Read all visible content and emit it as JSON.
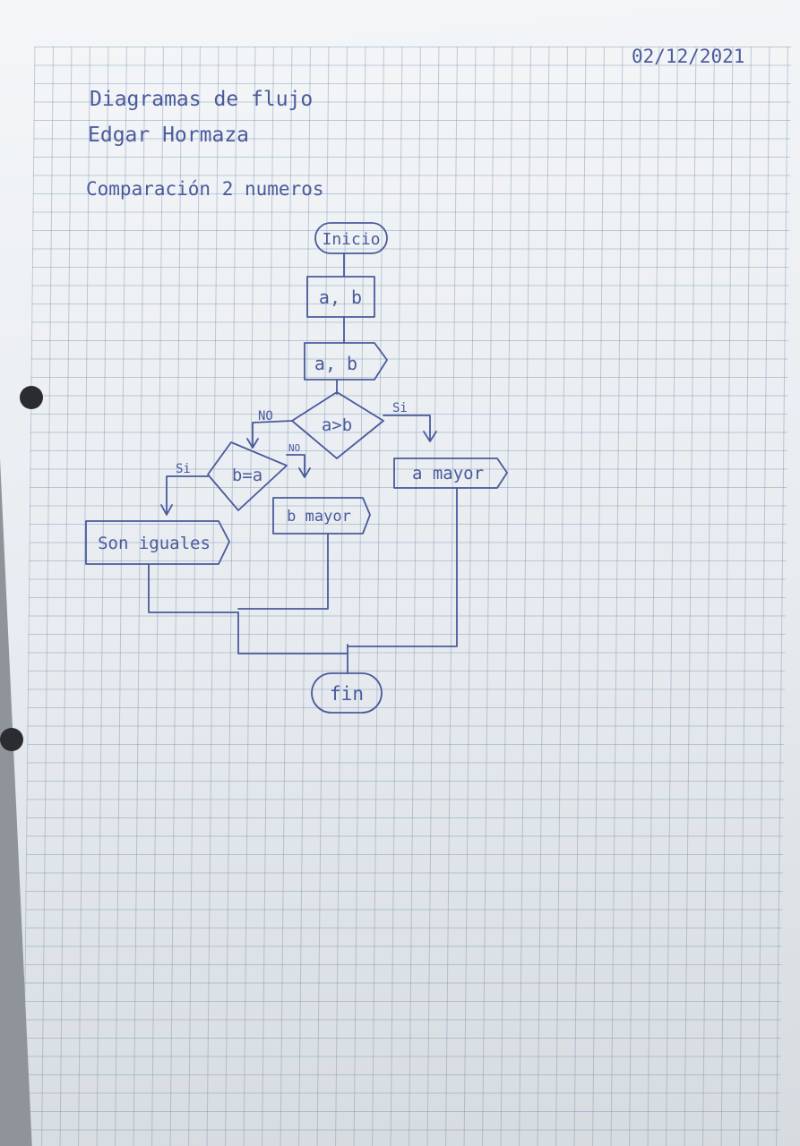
{
  "header": {
    "date": "02/12/2021",
    "title": "Diagramas de flujo",
    "author": "Edgar Hormaza",
    "subtitle": "Comparación 2 numeros"
  },
  "flowchart": {
    "start": "Inicio",
    "declare": "a, b",
    "read": "a, b",
    "decision_1": "a>b",
    "decision_1_yes": "Si",
    "decision_1_no": "NO",
    "decision_2": "b=a",
    "decision_2_yes": "Si",
    "decision_2_no": "NO",
    "out_a": "a mayor",
    "out_b": "b mayor",
    "out_equal": "Son iguales",
    "end": "fin"
  },
  "colors": {
    "ink": "#4a5a9c",
    "paper": "#eef1f4",
    "grid": "#7896b4"
  }
}
